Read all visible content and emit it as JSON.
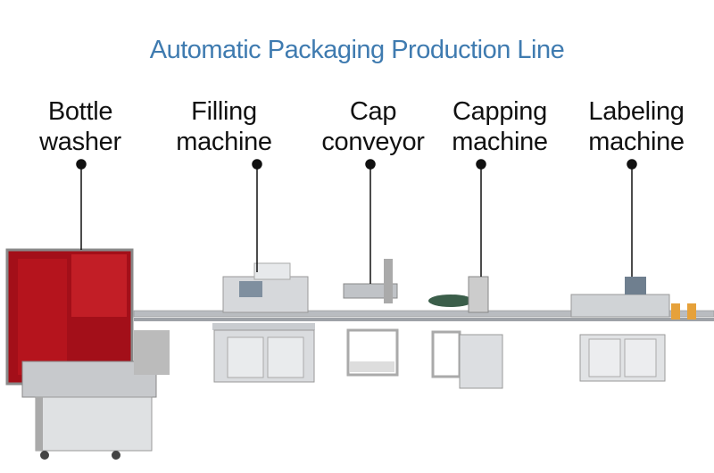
{
  "title": "Automatic Packaging Production Line",
  "labels": [
    {
      "line1": "Bottle",
      "line2": "washer"
    },
    {
      "line1": "Filling",
      "line2": "machine"
    },
    {
      "line1": "Cap",
      "line2": "conveyor"
    },
    {
      "line1": "Capping",
      "line2": "machine"
    },
    {
      "line1": "Labeling",
      "line2": "machine"
    }
  ],
  "colors": {
    "title": "#3f7bb0",
    "washer_panel": "#b0101a",
    "steel": "#c9ccd0"
  }
}
